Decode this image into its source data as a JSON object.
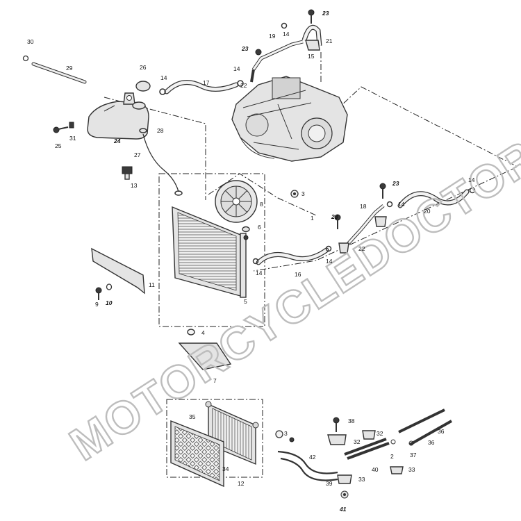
{
  "watermark": "MOTORCYCLEDOCTOR",
  "callouts": [
    {
      "id": "c30",
      "text": "30",
      "italic": false
    },
    {
      "id": "c29",
      "text": "29",
      "italic": false
    },
    {
      "id": "c26",
      "text": "26",
      "italic": false
    },
    {
      "id": "c14a",
      "text": "14",
      "italic": false
    },
    {
      "id": "c17",
      "text": "17",
      "italic": false
    },
    {
      "id": "c25",
      "text": "25",
      "italic": false
    },
    {
      "id": "c31",
      "text": "31",
      "italic": false
    },
    {
      "id": "c24",
      "text": "24",
      "italic": true
    },
    {
      "id": "c28",
      "text": "28",
      "italic": false
    },
    {
      "id": "c27",
      "text": "27",
      "italic": false
    },
    {
      "id": "c13",
      "text": "13",
      "italic": false
    },
    {
      "id": "c23a",
      "text": "23",
      "italic": true
    },
    {
      "id": "c14b",
      "text": "14",
      "italic": false
    },
    {
      "id": "c19",
      "text": "19",
      "italic": false
    },
    {
      "id": "c23b",
      "text": "23",
      "italic": true
    },
    {
      "id": "c14c",
      "text": "14",
      "italic": false
    },
    {
      "id": "c22a",
      "text": "22",
      "italic": false
    },
    {
      "id": "c21",
      "text": "21",
      "italic": false
    },
    {
      "id": "c15",
      "text": "15",
      "italic": false
    },
    {
      "id": "c8",
      "text": "8",
      "italic": false
    },
    {
      "id": "c3a",
      "text": "3",
      "italic": false
    },
    {
      "id": "c1",
      "text": "1",
      "italic": false
    },
    {
      "id": "c6",
      "text": "6",
      "italic": false
    },
    {
      "id": "c23c",
      "text": "23",
      "italic": true
    },
    {
      "id": "c14d",
      "text": "14",
      "italic": false
    },
    {
      "id": "c20",
      "text": "20",
      "italic": false
    },
    {
      "id": "c14e",
      "text": "14",
      "italic": false
    },
    {
      "id": "c18",
      "text": "18",
      "italic": false
    },
    {
      "id": "c23d",
      "text": "23",
      "italic": true
    },
    {
      "id": "c22b",
      "text": "22",
      "italic": false
    },
    {
      "id": "c14f",
      "text": "14",
      "italic": false
    },
    {
      "id": "c14g",
      "text": "14",
      "italic": false
    },
    {
      "id": "c16",
      "text": "16",
      "italic": false
    },
    {
      "id": "c5",
      "text": "5",
      "italic": false
    },
    {
      "id": "c11",
      "text": "11",
      "italic": false
    },
    {
      "id": "c9",
      "text": "9",
      "italic": false
    },
    {
      "id": "c10",
      "text": "10",
      "italic": true
    },
    {
      "id": "c4",
      "text": "4",
      "italic": false
    },
    {
      "id": "c7",
      "text": "7",
      "italic": false
    },
    {
      "id": "c35",
      "text": "35",
      "italic": false
    },
    {
      "id": "c34",
      "text": "34",
      "italic": false
    },
    {
      "id": "c12",
      "text": "12",
      "italic": false
    },
    {
      "id": "c3b",
      "text": "3",
      "italic": false
    },
    {
      "id": "c38",
      "text": "38",
      "italic": false
    },
    {
      "id": "c32a",
      "text": "32",
      "italic": false
    },
    {
      "id": "c32b",
      "text": "32",
      "italic": false
    },
    {
      "id": "c36a",
      "text": "36",
      "italic": false
    },
    {
      "id": "c36b",
      "text": "36",
      "italic": false
    },
    {
      "id": "c37",
      "text": "37",
      "italic": false
    },
    {
      "id": "c2",
      "text": "2",
      "italic": false
    },
    {
      "id": "c42",
      "text": "42",
      "italic": false
    },
    {
      "id": "c40",
      "text": "40",
      "italic": false
    },
    {
      "id": "c33a",
      "text": "33",
      "italic": false
    },
    {
      "id": "c33b",
      "text": "33",
      "italic": false
    },
    {
      "id": "c39",
      "text": "39",
      "italic": false
    },
    {
      "id": "c41",
      "text": "41",
      "italic": true
    }
  ]
}
